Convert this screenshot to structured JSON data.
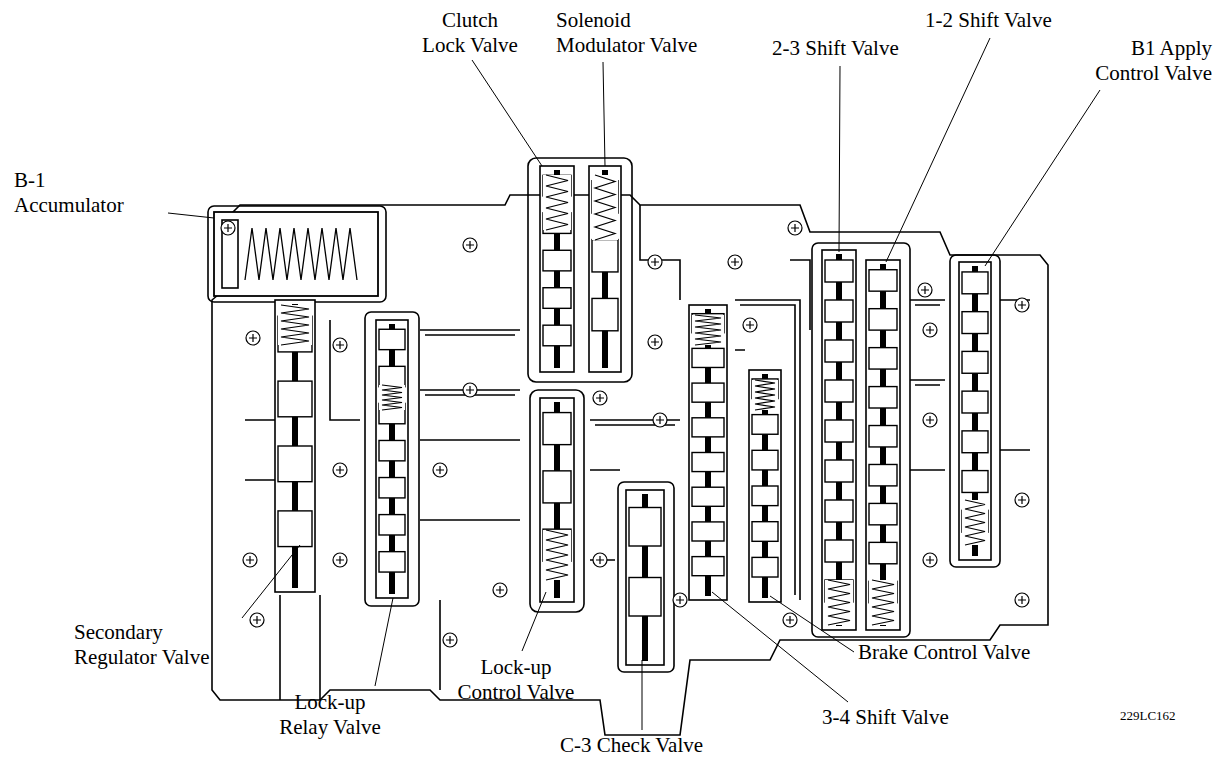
{
  "diagram": {
    "labels": [
      "Clutch Lock Valve",
      "Solenoid Modulator Valve",
      "1-2 Shift Valve",
      "2-3 Shift Valve",
      "B1 Apply Control Valve",
      "B-1 Accumulator",
      "Secondary Regulator Valve",
      "Lock-up Relay Valve",
      "Lock-up Control Valve",
      "C-3 Check Valve",
      "3-4 Shift Valve",
      "Brake Control Valve",
      "229LC162"
    ]
  }
}
